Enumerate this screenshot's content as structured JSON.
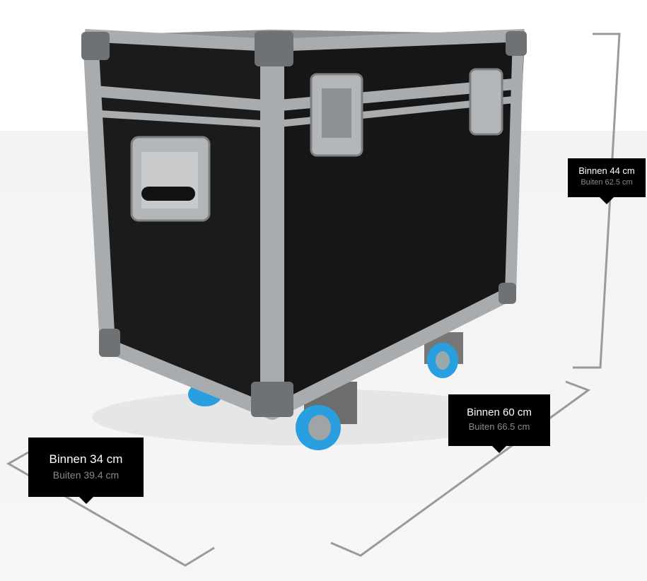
{
  "dimensions": {
    "height": {
      "inner": "Binnen 44 cm",
      "outer": "Buiten 62.5 cm"
    },
    "length": {
      "inner": "Binnen 60 cm",
      "outer": "Buiten 66.5 cm"
    },
    "depth": {
      "inner": "Binnen 34 cm",
      "outer": "Buiten 39.4 cm"
    }
  },
  "colors": {
    "case": "#1a1a1a",
    "aluminium": "#a9acae",
    "wheel": "#2a9fe0",
    "label_bg": "#000000"
  }
}
